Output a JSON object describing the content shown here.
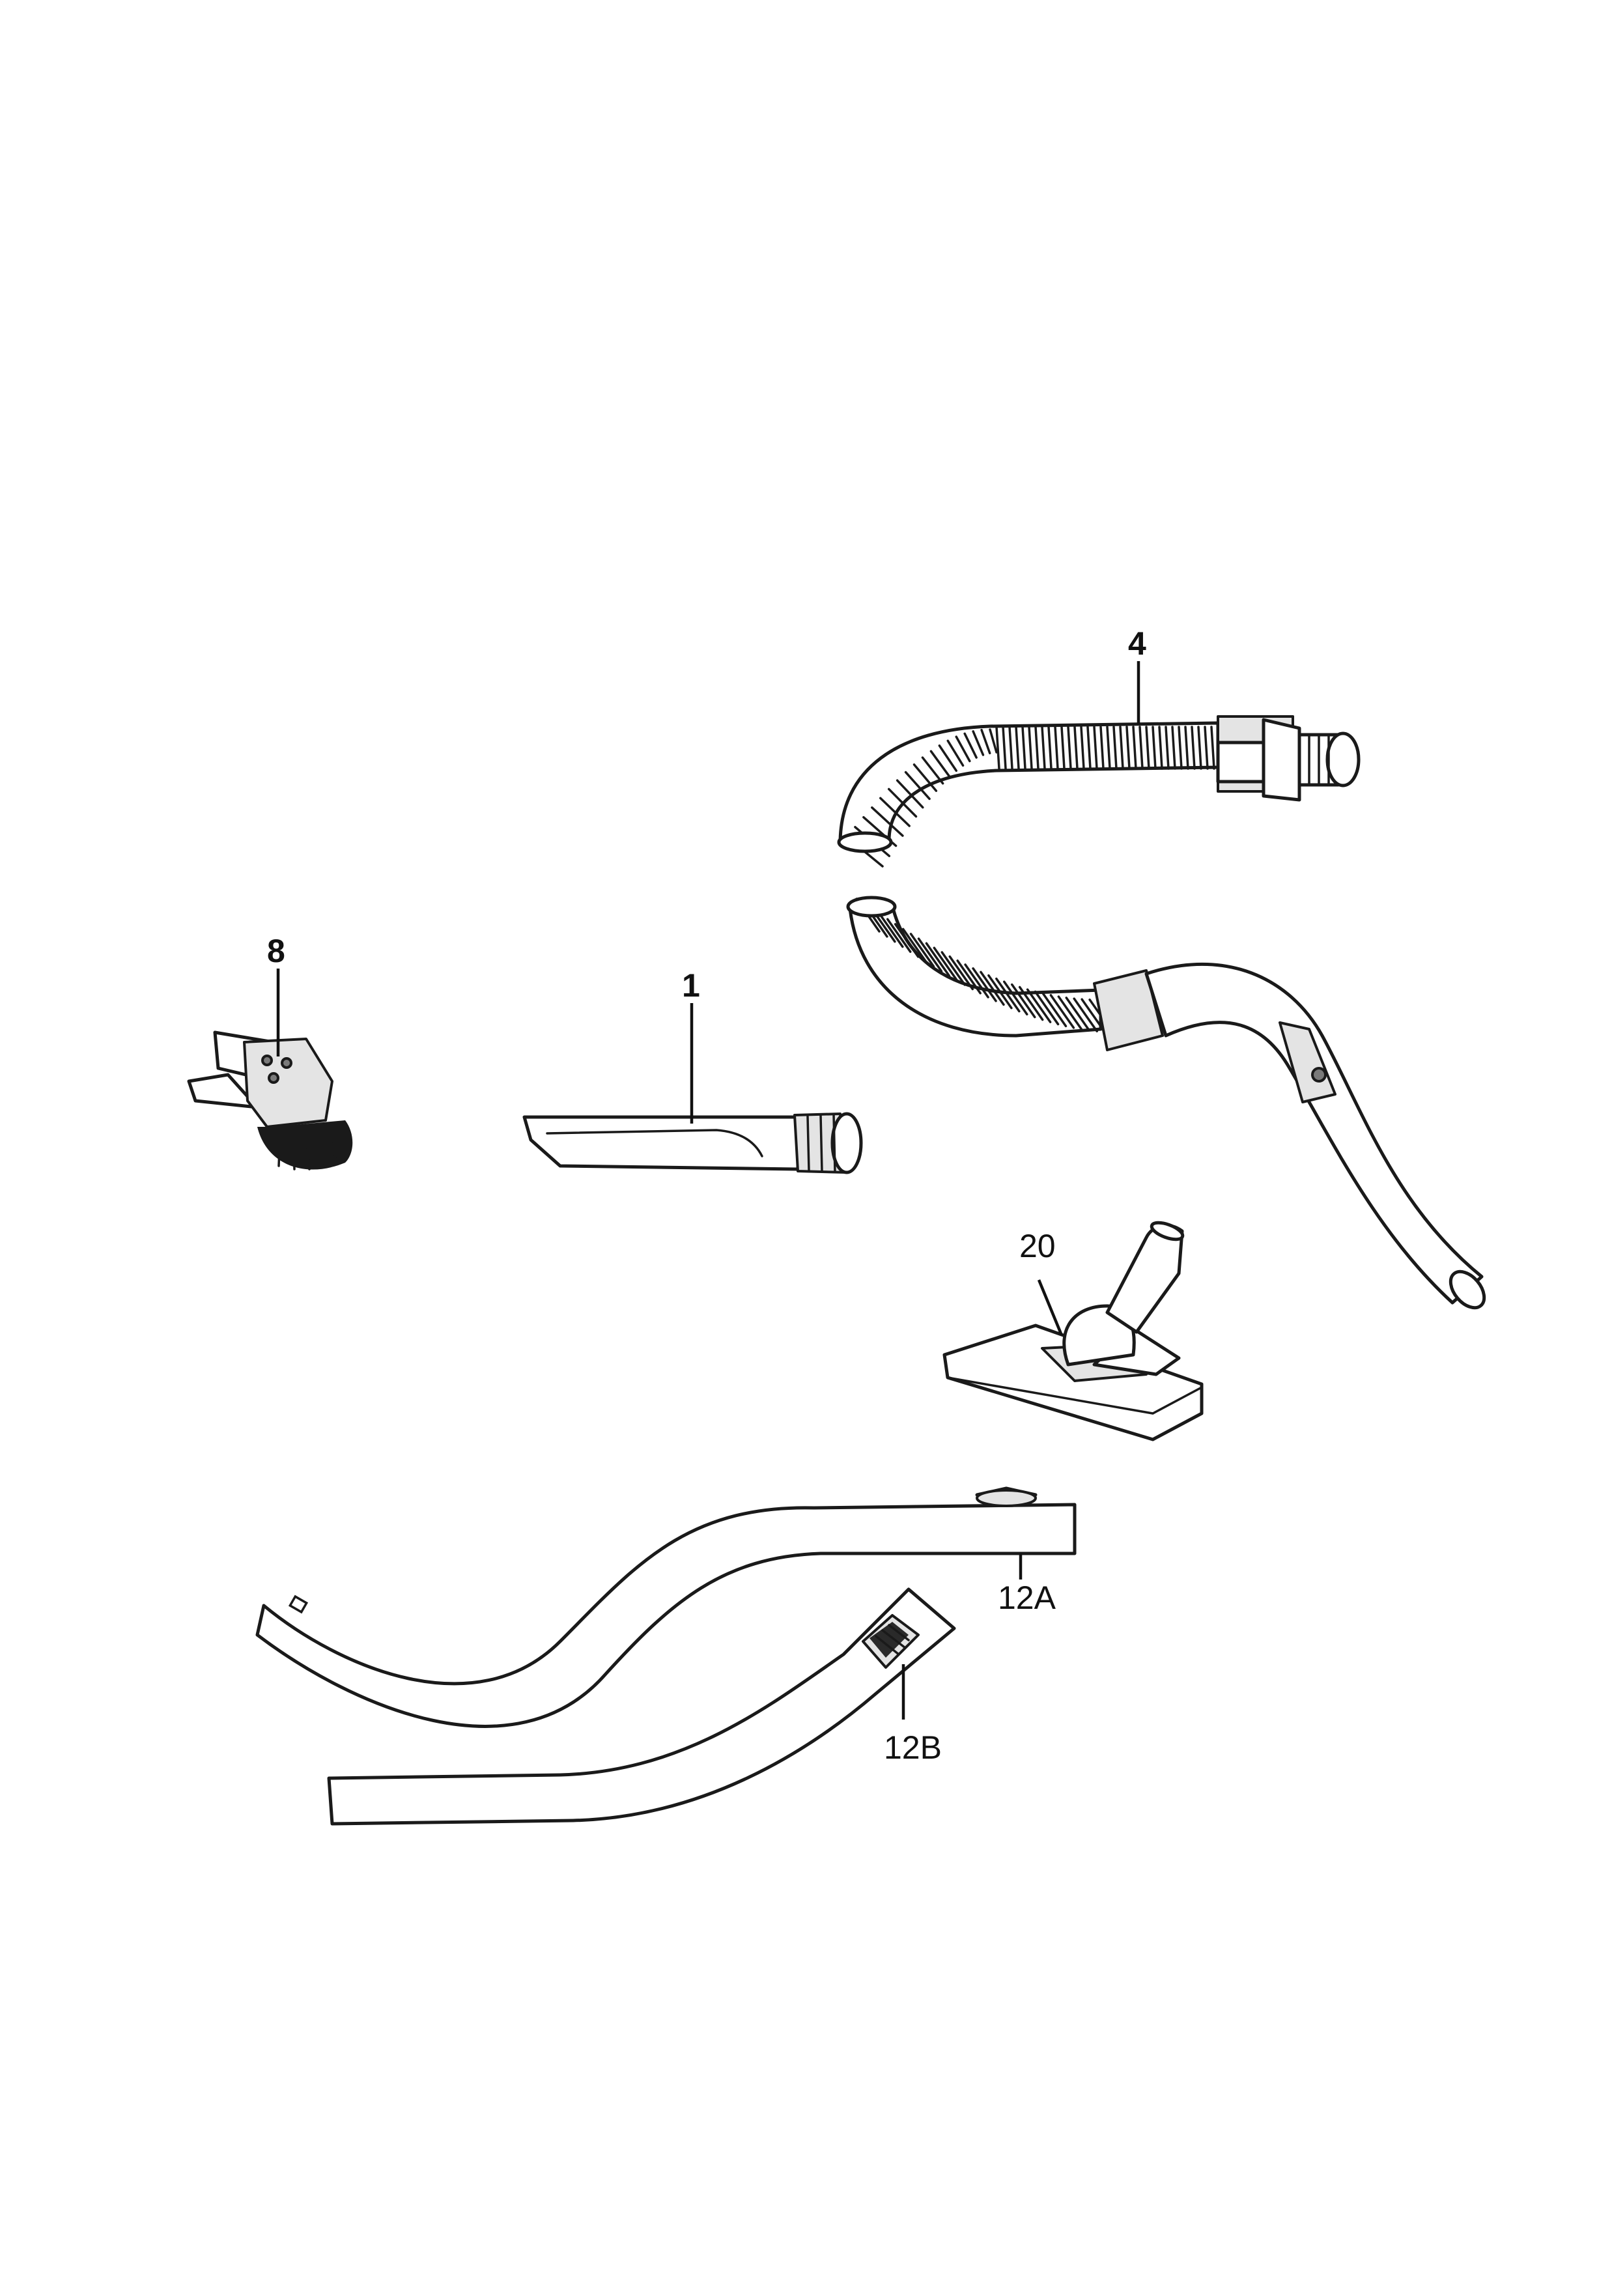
{
  "parts": [
    {
      "id": "part-1",
      "label": "1",
      "bold": true
    },
    {
      "id": "part-4",
      "label": "4",
      "bold": true
    },
    {
      "id": "part-8",
      "label": "8",
      "bold": true
    },
    {
      "id": "part-12a",
      "label": "12A",
      "bold": false
    },
    {
      "id": "part-12b",
      "label": "12B",
      "bold": false
    },
    {
      "id": "part-20",
      "label": "20",
      "bold": false
    }
  ],
  "colors": {
    "line": "#1a1a1a",
    "paper": "#ffffff",
    "shade": "#e4e4e4"
  }
}
